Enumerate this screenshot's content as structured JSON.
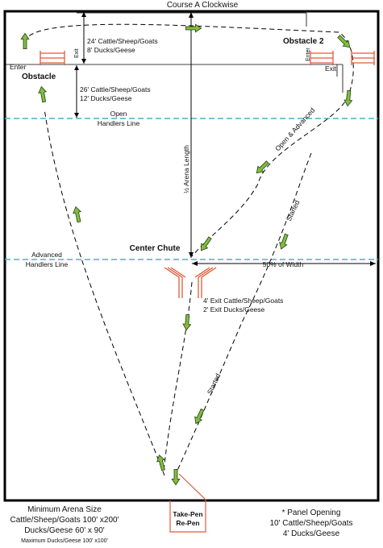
{
  "title": "Course A Clockwise",
  "obstacle_left": {
    "name": "Obstacle",
    "enter": "Enter",
    "exit": "Exit"
  },
  "obstacle_right": {
    "name": "Obstacle 2",
    "enter": "Enter",
    "exit": "Exit"
  },
  "dist_top": {
    "line1": "24'  Cattle/Sheep/Goats",
    "line2": "8'       Ducks/Geese"
  },
  "dist_mid": {
    "line1": "26'  Cattle/Sheep/Goats",
    "line2": "12'         Ducks/Geese"
  },
  "open_handlers": {
    "line1": "Open",
    "line2": "Handlers Line"
  },
  "advanced_handlers": {
    "line1": "Advanced",
    "line2": "Handlers Line"
  },
  "arena_length": "½ Arena Length",
  "open_advanced": "Open & Advanced",
  "started_right": "Started",
  "started_bottom": "Started",
  "center_chute": "Center Chute",
  "width_label": "50% of Width",
  "chute_exit": {
    "line1": "4' Exit  Cattle/Sheep/Goats",
    "line2": "2' Exit        Ducks/Geese"
  },
  "take_pen": {
    "line1": "Take-Pen",
    "line2": "Re-Pen"
  },
  "min_arena": {
    "line1": "Minimum Arena Size",
    "line2": "Cattle/Sheep/Goats 100' x200'",
    "line3": "Ducks/Geese 60' x 90'",
    "line4": "Maximum Ducks/Geese 100' x100'"
  },
  "panel": {
    "line1": "* Panel Opening",
    "line2": "10' Cattle/Sheep/Goats",
    "line3": "4' Ducks/Geese"
  },
  "colors": {
    "arrow_fill": "#7fbf3f",
    "fence": "#e05a3a",
    "handler_line": "#3fb7c9",
    "border": "#000000"
  },
  "icons": [
    "green-arrow-icon",
    "fence-panel-icon"
  ]
}
